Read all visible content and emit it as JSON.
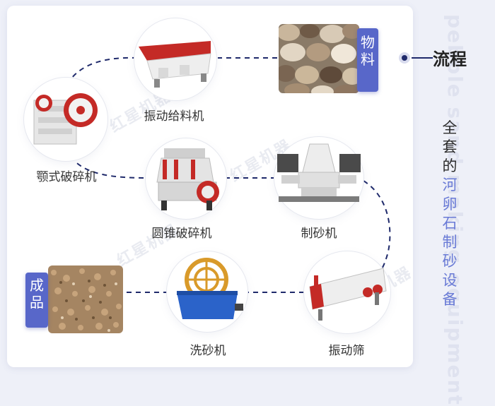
{
  "side": {
    "title": "流程",
    "subtitle_part1": "全套的",
    "subtitle_part2": "河卵石制砂设备",
    "bg_text": "pebble sand making equipment"
  },
  "tags": {
    "input": "物料",
    "output": "成品"
  },
  "watermark": "红星机器",
  "machines": {
    "vibrating_feeder": "振动给料机",
    "jaw_crusher": "颚式破碎机",
    "cone_crusher": "圆锥破碎机",
    "sand_maker": "制砂机",
    "vibrating_screen": "振动筛",
    "sand_washer": "洗砂机"
  },
  "colors": {
    "accent": "#5867c9",
    "flow_line": "#1f2a6b"
  }
}
